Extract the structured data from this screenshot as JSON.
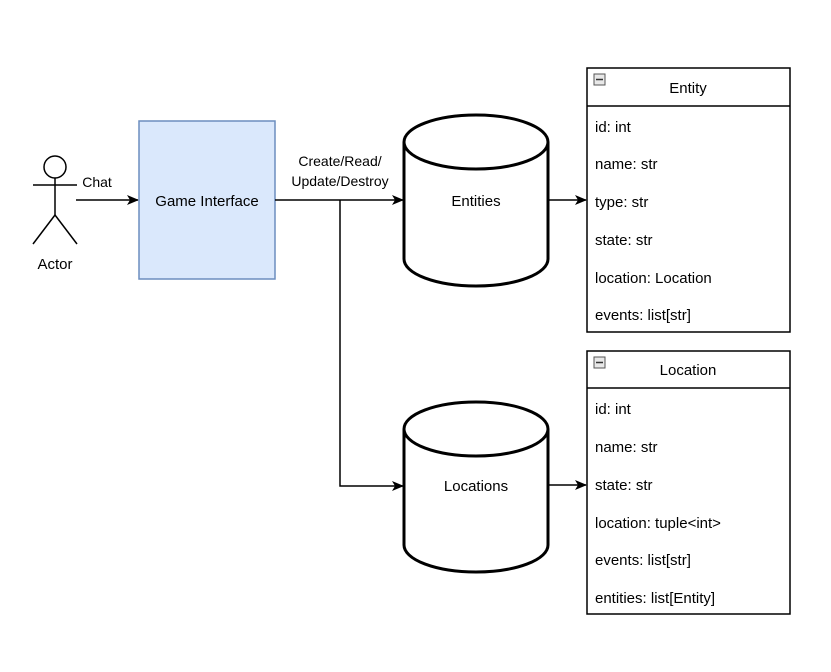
{
  "diagram": {
    "actor": {
      "label": "Actor"
    },
    "chat_edge": {
      "label": "Chat"
    },
    "game_interface": {
      "label": "Game Interface",
      "fill": "#dae8fc",
      "stroke": "#6c8ebf"
    },
    "crud_edge": {
      "line1": "Create/Read/",
      "line2": "Update/Destroy"
    },
    "entities_db": {
      "label": "Entities"
    },
    "locations_db": {
      "label": "Locations"
    },
    "entity_class": {
      "title": "Entity",
      "fields": [
        "id: int",
        "name: str",
        "type: str",
        "state: str",
        "location: Location",
        "events: list[str]"
      ]
    },
    "location_class": {
      "title": "Location",
      "fields": [
        "id: int",
        "name: str",
        "state: str",
        "location: tuple<int>",
        "events: list[str]",
        "entities: list[Entity]"
      ]
    }
  }
}
